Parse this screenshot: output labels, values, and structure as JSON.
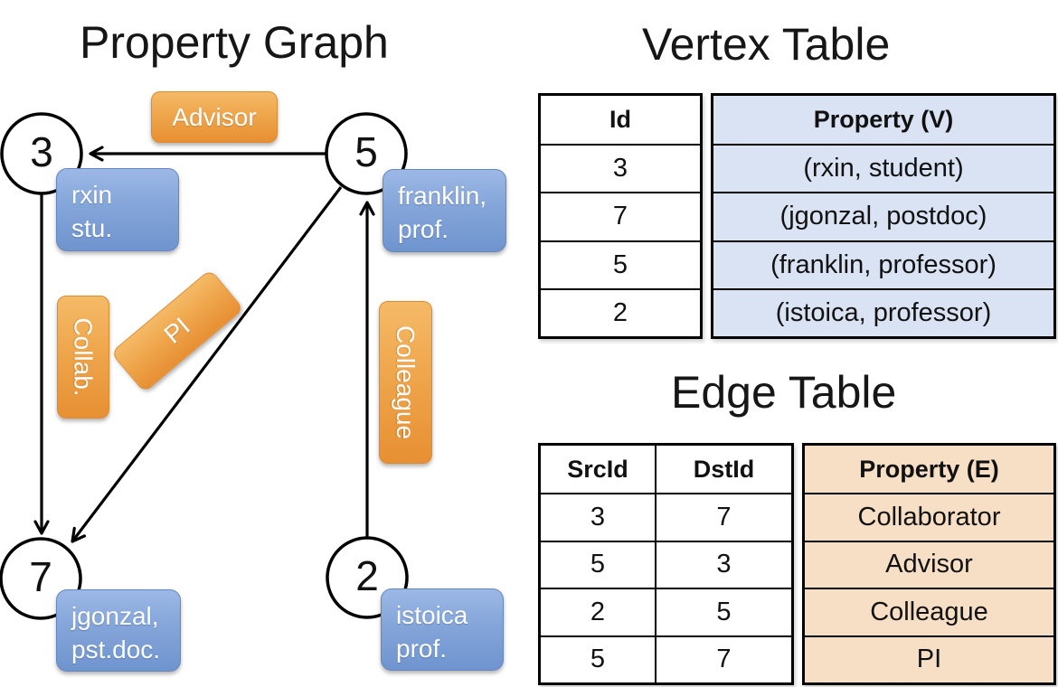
{
  "graph": {
    "title": "Property Graph",
    "nodes": [
      {
        "id": "3",
        "lines": [
          "rxin",
          "stu."
        ]
      },
      {
        "id": "5",
        "lines": [
          "franklin,",
          "prof."
        ]
      },
      {
        "id": "7",
        "lines": [
          "jgonzal,",
          "pst.doc."
        ]
      },
      {
        "id": "2",
        "lines": [
          "istoica",
          "prof."
        ]
      }
    ],
    "edges": [
      {
        "src": "5",
        "dst": "3",
        "label": "Advisor"
      },
      {
        "src": "3",
        "dst": "7",
        "label": "Collab."
      },
      {
        "src": "5",
        "dst": "7",
        "label": "PI"
      },
      {
        "src": "2",
        "dst": "5",
        "label": "Colleague"
      }
    ]
  },
  "vertex_table": {
    "title": "Vertex Table",
    "headers": {
      "id": "Id",
      "property": "Property (V)"
    },
    "rows": [
      {
        "id": "3",
        "property": "(rxin, student)"
      },
      {
        "id": "7",
        "property": "(jgonzal, postdoc)"
      },
      {
        "id": "5",
        "property": "(franklin, professor)"
      },
      {
        "id": "2",
        "property": "(istoica, professor)"
      }
    ]
  },
  "edge_table": {
    "title": "Edge Table",
    "headers": {
      "src": "SrcId",
      "dst": "DstId",
      "property": "Property (E)"
    },
    "rows": [
      {
        "src": "3",
        "dst": "7",
        "property": "Collaborator"
      },
      {
        "src": "5",
        "dst": "3",
        "property": "Advisor"
      },
      {
        "src": "2",
        "dst": "5",
        "property": "Colleague"
      },
      {
        "src": "5",
        "dst": "7",
        "property": "PI"
      }
    ]
  },
  "colors": {
    "edge_label_box": "#EFA64C",
    "vertex_label_box": "#84A5D9",
    "vertex_property_cell": "#DAE3F4",
    "edge_property_cell": "#F6DFC4",
    "line": "#000000"
  }
}
